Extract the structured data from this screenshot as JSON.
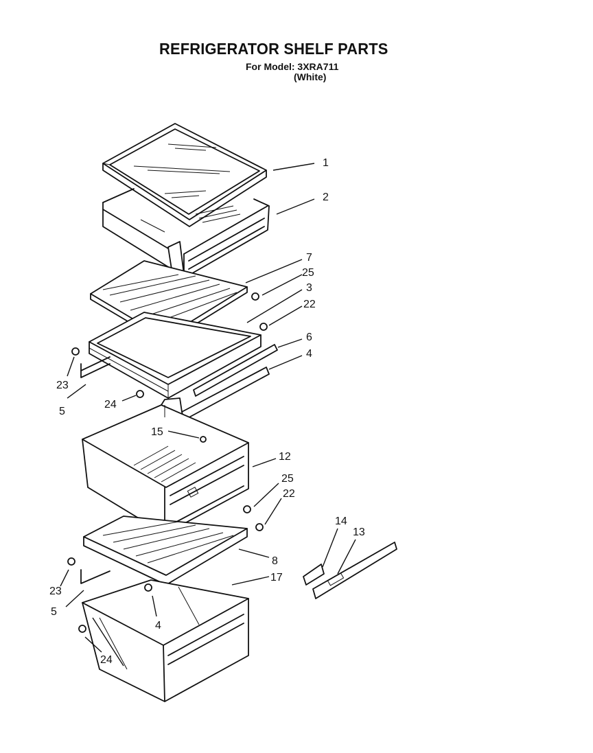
{
  "header": {
    "title": "REFRIGERATOR SHELF PARTS",
    "model_line": "For Model: 3XRA711",
    "color_line": "(White)"
  },
  "callouts": {
    "c1": "1",
    "c2": "2",
    "c7": "7",
    "c25a": "25",
    "c3": "3",
    "c22a": "22",
    "c6": "6",
    "c4a": "4",
    "c23a": "23",
    "c5a": "5",
    "c24a": "24",
    "c15": "15",
    "c12": "12",
    "c25b": "25",
    "c22b": "22",
    "c14": "14",
    "c13": "13",
    "c8": "8",
    "c17": "17",
    "c23b": "23",
    "c5b": "5",
    "c4b": "4",
    "c24b": "24"
  }
}
